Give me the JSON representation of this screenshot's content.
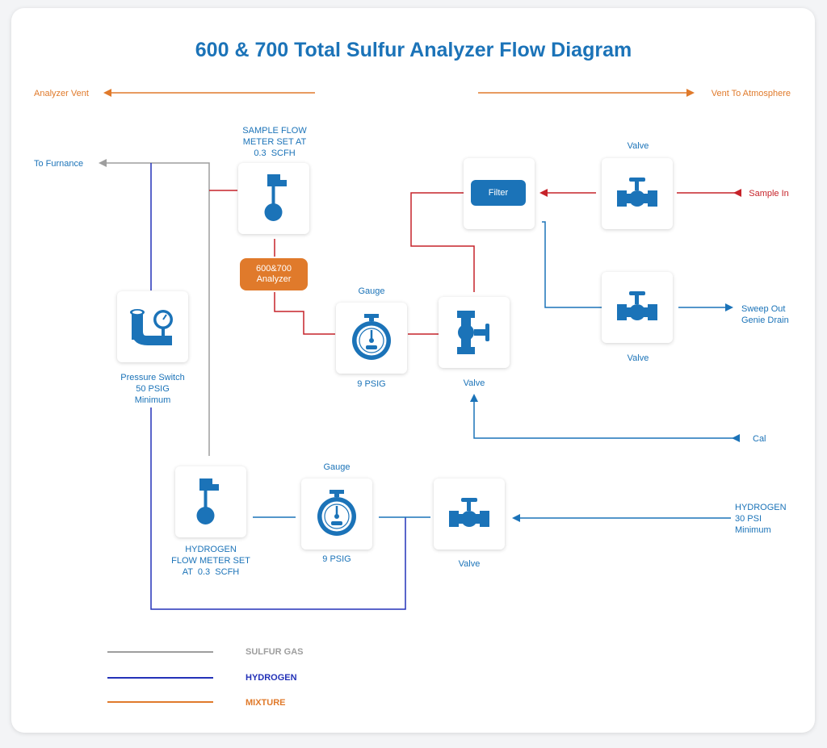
{
  "title": "600 & 700 Total Sulfur Analyzer Flow Diagram",
  "colors": {
    "primary": "#1b73b8",
    "sulfur_gas": "#9e9e9e",
    "hydrogen": "#2332b8",
    "mixture": "#e07a2b",
    "sample": "#c6232a"
  },
  "labels": {
    "analyzer_vent": "Analyzer Vent",
    "vent_to_atmosphere": "Vent To Atmosphere",
    "to_furnance": "To Furnance",
    "sample_flow_meter": "SAMPLE FLOW\nMETER SET AT\n0.3  SCFH",
    "valve_top": "Valve",
    "sample_in": "Sample In",
    "filter": "Filter",
    "analyzer": "600&700\nAnalyzer",
    "gauge_top": "Gauge",
    "gauge_top_value": "9 PSIG",
    "valve_middle": "Valve",
    "sweep_out": "Sweep Out\nGenie Drain",
    "valve_right_lower": "Valve",
    "pressure_switch": "Pressure Switch\n50 PSIG\nMinimum",
    "cal": "Cal",
    "gauge_bottom": "Gauge",
    "gauge_bottom_value": "9 PSIG",
    "hydrogen_flow_meter": "HYDROGEN\nFLOW METER SET\nAT  0.3  SCFH",
    "valve_bottom": "Valve",
    "hydrogen_supply": "HYDROGEN\n30 PSI\nMinimum"
  },
  "legend": [
    {
      "label": "SULFUR GAS",
      "color": "#9e9e9e"
    },
    {
      "label": "HYDROGEN",
      "color": "#2332b8"
    },
    {
      "label": "MIXTURE",
      "color": "#e07a2b"
    }
  ],
  "icons": {
    "flow_meter": "flow-meter-icon",
    "gauge": "pressure-gauge-icon",
    "valve": "valve-icon",
    "pressure_switch": "pressure-switch-icon",
    "filter": "filter-icon"
  }
}
